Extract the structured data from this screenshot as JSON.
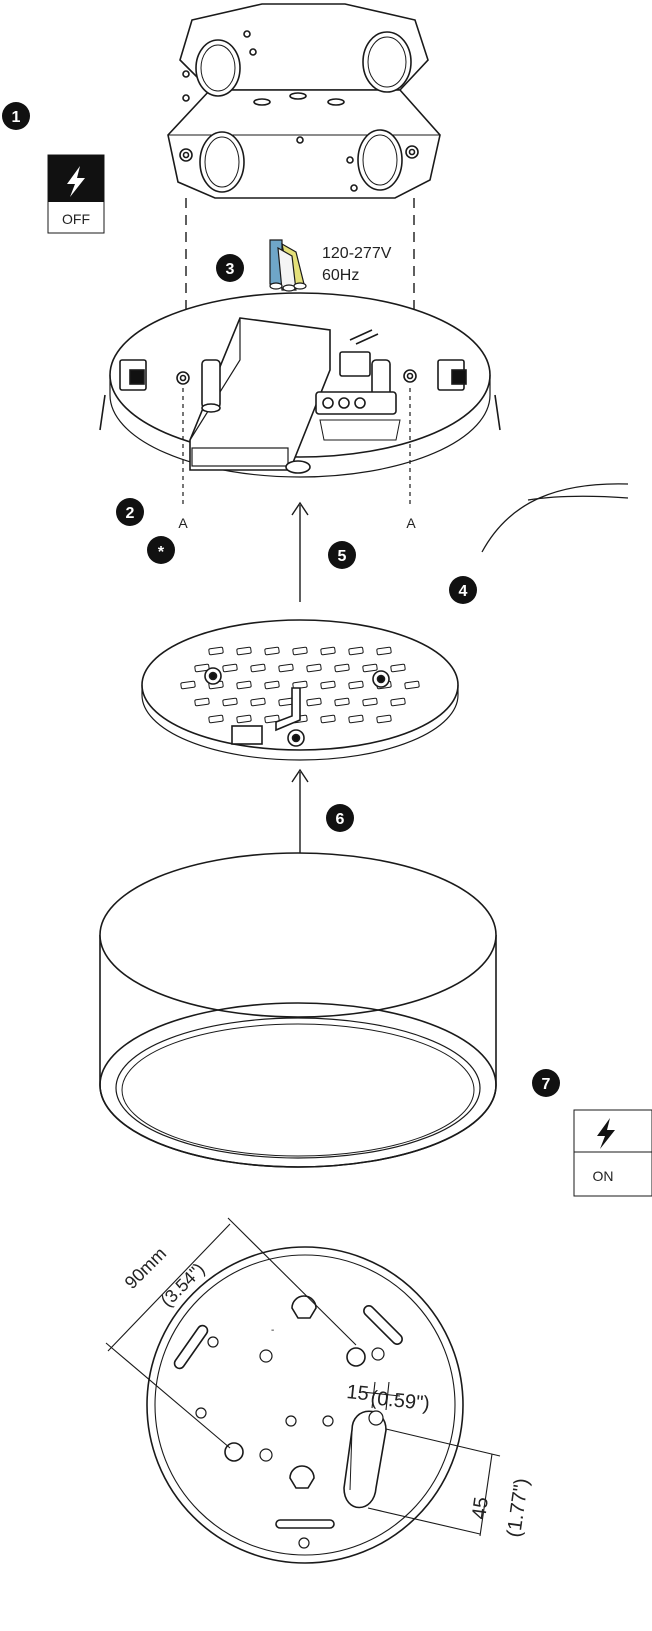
{
  "steps": [
    "1",
    "2",
    "3",
    "4",
    "5",
    "6",
    "7"
  ],
  "asterisk": "*",
  "power_off": {
    "state": "OFF",
    "icon": "lightning-bolt"
  },
  "power_on": {
    "state": "ON",
    "icon": "lightning-bolt"
  },
  "wiring": {
    "voltage": "120-277V",
    "frequency": "60Hz"
  },
  "anchor_label": "A",
  "dims": {
    "spacing_mm": "90mm",
    "spacing_in": "(3.54\")",
    "slot_width_mm": "15",
    "slot_width_in": "(0.59\")",
    "slot_length_mm": "45",
    "slot_length_in": "(1.77\")"
  },
  "colors": {
    "ink": "#1a1a1a",
    "wire_blue": "#6fa6c8",
    "wire_yellow": "#e4e07a",
    "wire_white": "#f4f4f4"
  }
}
